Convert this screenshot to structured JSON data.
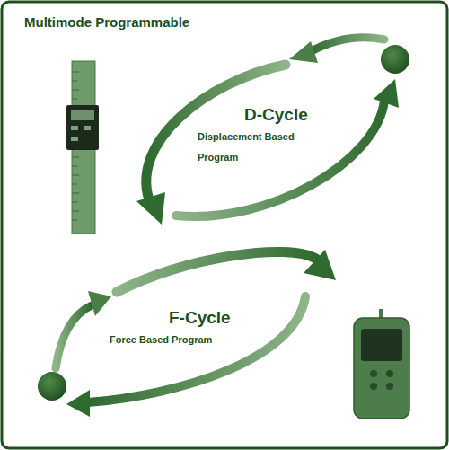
{
  "diagram": {
    "title": "Multimode Programmable",
    "labels": [
      "D-Cycle",
      "Displacement Based Program",
      "F-Cycle",
      "Force Based Program"
    ]
  }
}
